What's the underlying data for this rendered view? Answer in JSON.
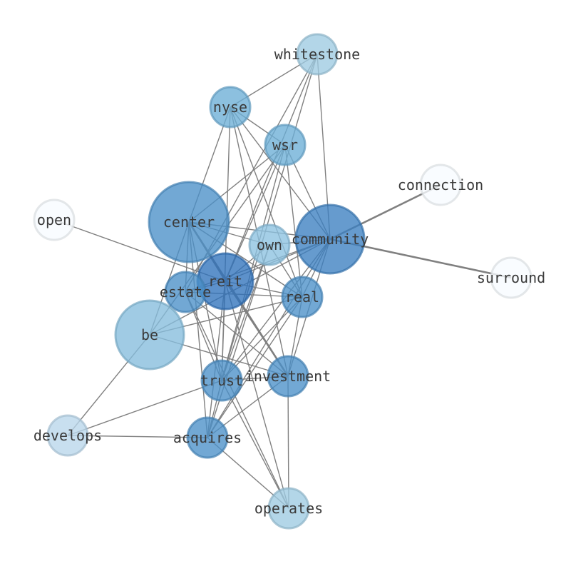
{
  "nodes": [
    {
      "id": "whitestone",
      "label": "whitestone",
      "size": 28,
      "color": "#9ecae1"
    },
    {
      "id": "nyse",
      "label": "nyse",
      "size": 28,
      "color": "#6baed6"
    },
    {
      "id": "wsr",
      "label": "wsr",
      "size": 28,
      "color": "#6baed6"
    },
    {
      "id": "connection",
      "label": "connection",
      "size": 28,
      "color": "#f7fbff"
    },
    {
      "id": "open",
      "label": "open",
      "size": 28,
      "color": "#f7fbff"
    },
    {
      "id": "center",
      "label": "center",
      "size": 56,
      "color": "#4a90c8"
    },
    {
      "id": "own",
      "label": "own",
      "size": 28,
      "color": "#8cc1e0"
    },
    {
      "id": "community",
      "label": "community",
      "size": 48,
      "color": "#3b7fc0"
    },
    {
      "id": "surround",
      "label": "surround",
      "size": 28,
      "color": "#f7fbff"
    },
    {
      "id": "reit",
      "label": "reit",
      "size": 39,
      "color": "#2f72bb"
    },
    {
      "id": "estate",
      "label": "estate",
      "size": 28,
      "color": "#4a90c8"
    },
    {
      "id": "real",
      "label": "real",
      "size": 28,
      "color": "#4a90c8"
    },
    {
      "id": "be",
      "label": "be",
      "size": 48,
      "color": "#85bddd"
    },
    {
      "id": "investment",
      "label": "investment",
      "size": 28,
      "color": "#4a90c8"
    },
    {
      "id": "trust",
      "label": "trust",
      "size": 28,
      "color": "#4a90c8"
    },
    {
      "id": "develops",
      "label": "develops",
      "size": 28,
      "color": "#b8d6ea"
    },
    {
      "id": "acquires",
      "label": "acquires",
      "size": 28,
      "color": "#4a90c8"
    },
    {
      "id": "operates",
      "label": "operates",
      "size": 28,
      "color": "#9ecae1"
    }
  ],
  "edges": [
    [
      "whitestone",
      "nyse"
    ],
    [
      "whitestone",
      "community"
    ],
    [
      "whitestone",
      "reit"
    ],
    [
      "whitestone",
      "estate"
    ],
    [
      "whitestone",
      "trust"
    ],
    [
      "nyse",
      "wsr"
    ],
    [
      "nyse",
      "center"
    ],
    [
      "nyse",
      "community"
    ],
    [
      "nyse",
      "real"
    ],
    [
      "nyse",
      "investment"
    ],
    [
      "nyse",
      "trust"
    ],
    [
      "wsr",
      "community"
    ],
    [
      "wsr",
      "center"
    ],
    [
      "wsr",
      "reit"
    ],
    [
      "wsr",
      "real"
    ],
    [
      "wsr",
      "be"
    ],
    [
      "wsr",
      "trust"
    ],
    [
      "connection",
      "community"
    ],
    [
      "open",
      "reit"
    ],
    [
      "center",
      "community"
    ],
    [
      "center",
      "real"
    ],
    [
      "center",
      "reit"
    ],
    [
      "center",
      "estate"
    ],
    [
      "center",
      "be"
    ],
    [
      "center",
      "investment"
    ],
    [
      "center",
      "trust"
    ],
    [
      "center",
      "acquires"
    ],
    [
      "own",
      "community"
    ],
    [
      "own",
      "real"
    ],
    [
      "own",
      "reit"
    ],
    [
      "own",
      "trust"
    ],
    [
      "own",
      "acquires"
    ],
    [
      "own",
      "center"
    ],
    [
      "community",
      "surround"
    ],
    [
      "community",
      "reit"
    ],
    [
      "community",
      "real"
    ],
    [
      "community",
      "estate"
    ],
    [
      "community",
      "be"
    ],
    [
      "community",
      "investment"
    ],
    [
      "community",
      "trust"
    ],
    [
      "community",
      "acquires"
    ],
    [
      "reit",
      "real"
    ],
    [
      "reit",
      "estate"
    ],
    [
      "reit",
      "investment"
    ],
    [
      "reit",
      "trust"
    ],
    [
      "reit",
      "acquires"
    ],
    [
      "reit",
      "operates"
    ],
    [
      "estate",
      "real"
    ],
    [
      "estate",
      "trust"
    ],
    [
      "estate",
      "investment"
    ],
    [
      "estate",
      "operates"
    ],
    [
      "real",
      "be"
    ],
    [
      "real",
      "investment"
    ],
    [
      "real",
      "trust"
    ],
    [
      "real",
      "acquires"
    ],
    [
      "be",
      "investment"
    ],
    [
      "be",
      "develops"
    ],
    [
      "investment",
      "trust"
    ],
    [
      "investment",
      "acquires"
    ],
    [
      "investment",
      "operates"
    ],
    [
      "trust",
      "develops"
    ],
    [
      "trust",
      "acquires"
    ],
    [
      "trust",
      "operates"
    ],
    [
      "develops",
      "acquires"
    ],
    [
      "acquires",
      "operates"
    ]
  ],
  "heavy_edges": [
    [
      "connection",
      "community"
    ],
    [
      "community",
      "surround"
    ],
    [
      "center",
      "investment"
    ],
    [
      "estate",
      "be"
    ]
  ]
}
